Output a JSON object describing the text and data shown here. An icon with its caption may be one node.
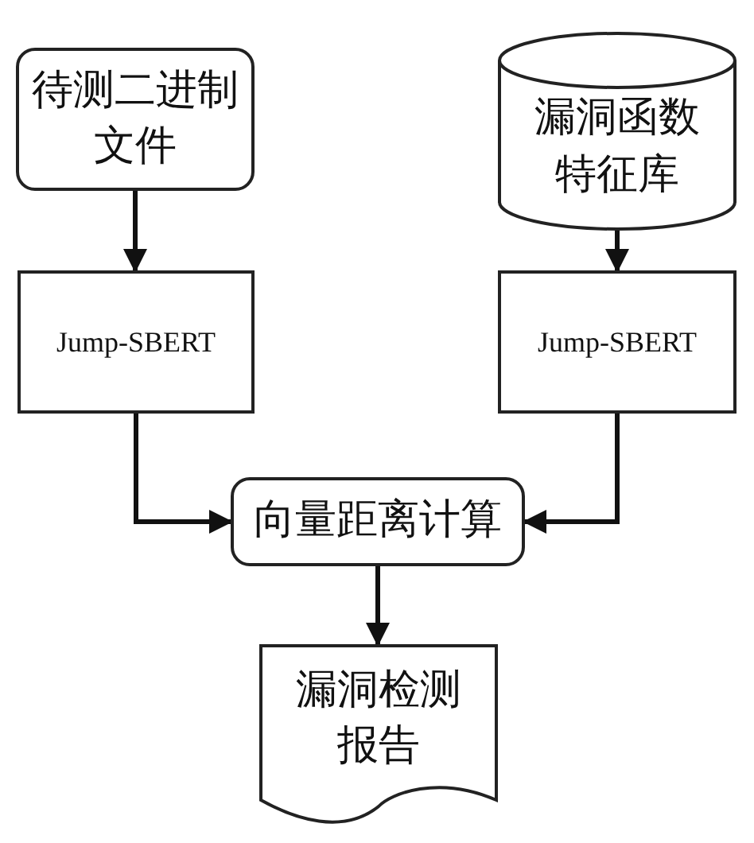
{
  "diagram": {
    "nodes": [
      {
        "text": [
          "待测二进制文件"
        ]
      },
      {
        "text": [
          "漏洞函数特征库"
        ]
      },
      {
        "text": [
          "Jump-SBERT"
        ]
      },
      {
        "text": [
          "Jump-SBERT"
        ]
      },
      {
        "text": [
          "向量距离计算"
        ]
      },
      {
        "text": [
          "漏洞检测报告"
        ]
      }
    ],
    "edges": [
      {
        "from": 0,
        "to": 2,
        "arrow": "to"
      },
      {
        "from": 1,
        "to": 3,
        "arrow": "to"
      },
      {
        "from": 2,
        "to": 4,
        "arrow": "to"
      },
      {
        "from": 3,
        "to": 4,
        "arrow": "to"
      },
      {
        "from": 4,
        "to": 5,
        "arrow": "to"
      }
    ]
  }
}
